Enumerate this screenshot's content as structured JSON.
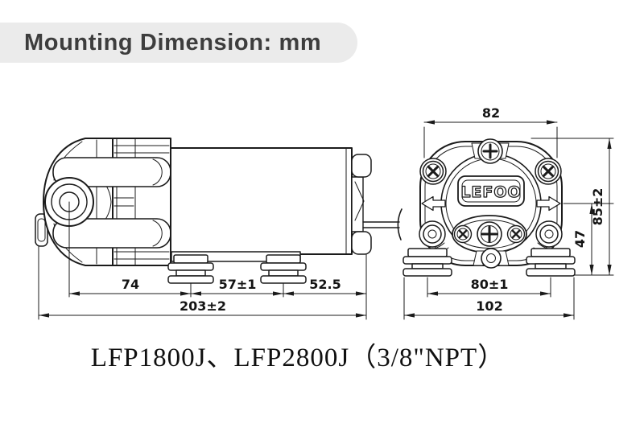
{
  "banner": {
    "title": "Mounting Dimension: mm",
    "bg_color": "#ebebeb",
    "text_color": "#3d3d3d"
  },
  "logo": {
    "text": "LEFOO"
  },
  "side_view": {
    "dim_74": "74",
    "dim_57": "57±1",
    "dim_52_5": "52.5",
    "dim_203": "203±2"
  },
  "front_view": {
    "dim_82": "82",
    "dim_85": "85±2",
    "dim_47": "47",
    "dim_80": "80±1",
    "dim_102": "102"
  },
  "caption": {
    "model_text": "LFP1800J、LFP2800J（3/8\"NPT）"
  },
  "colors": {
    "line": "#1b1b1b",
    "background": "#ffffff"
  }
}
